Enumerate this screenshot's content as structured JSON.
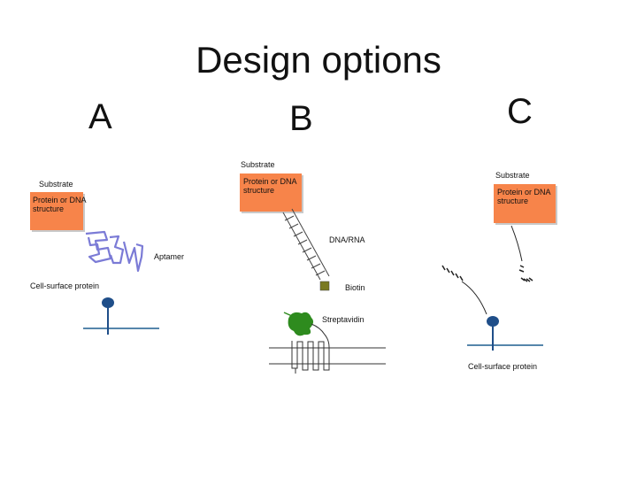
{
  "title": "Design options",
  "options": {
    "a": "A",
    "b": "B",
    "c": "C"
  },
  "labels": {
    "substrate": "Substrate",
    "structure_line1": "Protein or DNA",
    "structure_line2": "structure",
    "aptamer": "Aptamer",
    "cell_surface_protein": "Cell-surface protein",
    "dna_rna": "DNA/RNA",
    "biotin": "Biotin",
    "streptavidin": "Streptavidin"
  },
  "colors": {
    "structure_box": "#f7844a",
    "aptamer": "#7b7bd6",
    "receptor": "#1f4e89",
    "biotin": "#7a7a22",
    "streptavidin": "#2e8b1e",
    "membrane": "#1f5f8f"
  }
}
